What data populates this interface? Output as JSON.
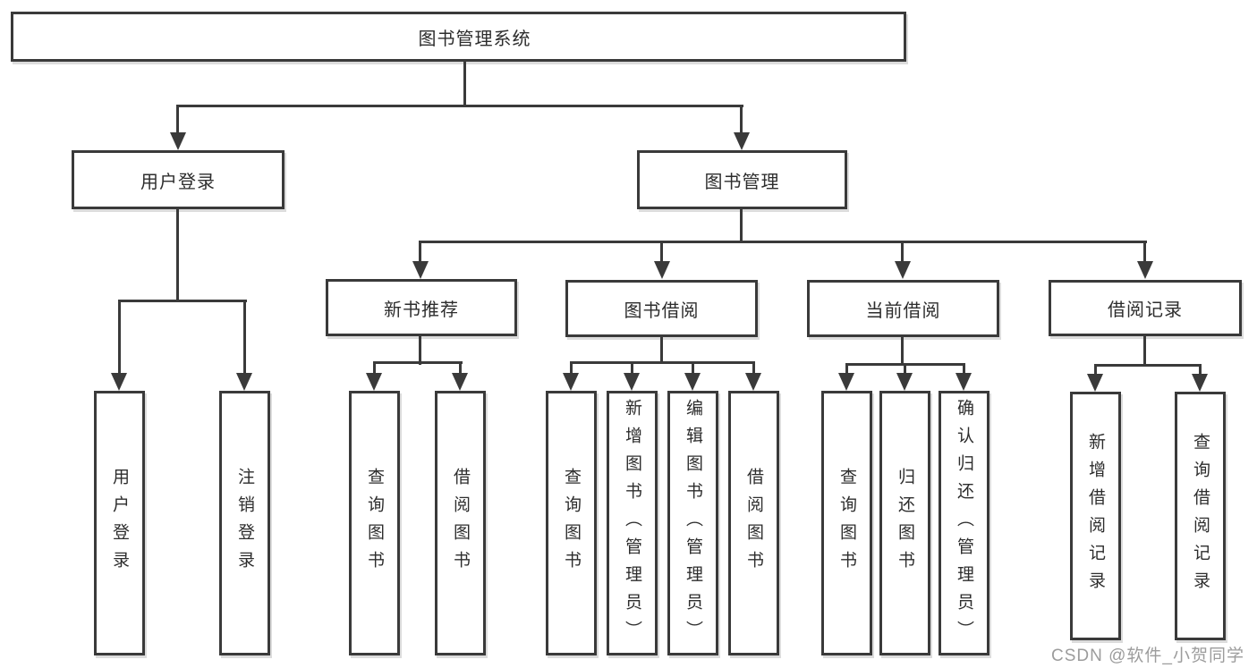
{
  "diagram": {
    "root": {
      "label": "图书管理系统"
    },
    "branches": [
      {
        "label": "用户登录",
        "children": [
          {
            "label": "用户登录"
          },
          {
            "label": "注销登录"
          }
        ]
      },
      {
        "label": "图书管理",
        "children": [
          {
            "label": "新书推荐",
            "children": [
              {
                "label": "查询图书"
              },
              {
                "label": "借阅图书"
              }
            ]
          },
          {
            "label": "图书借阅",
            "children": [
              {
                "label": "查询图书"
              },
              {
                "label": "新增图书（管理员）"
              },
              {
                "label": "编辑图书（管理员）"
              },
              {
                "label": "借阅图书"
              }
            ]
          },
          {
            "label": "当前借阅",
            "children": [
              {
                "label": "查询图书"
              },
              {
                "label": "归还图书"
              },
              {
                "label": "确认归还（管理员）"
              }
            ]
          },
          {
            "label": "借阅记录",
            "children": [
              {
                "label": "新增借阅记录"
              },
              {
                "label": "查询借阅记录"
              }
            ]
          }
        ]
      }
    ]
  },
  "watermark": {
    "text": "CSDN @软件_小贺同学"
  },
  "colors": {
    "line": "#3a3a3a",
    "text": "#2d2d2d",
    "box_background": "#ffffff",
    "background": "#ffffff",
    "watermark": "#9c9c9c"
  }
}
